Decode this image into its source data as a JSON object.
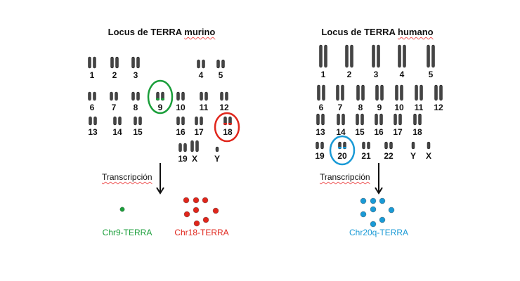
{
  "mouse": {
    "title_main": "Locus de TERRA",
    "title_species": "murino",
    "chromosomes": [
      "1",
      "2",
      "3",
      "4",
      "5",
      "6",
      "7",
      "8",
      "9",
      "10",
      "11",
      "12",
      "13",
      "14",
      "15",
      "16",
      "17",
      "18",
      "19",
      "X",
      "Y"
    ],
    "highlighted": [
      {
        "label": "9",
        "color": "#1a9e3a"
      },
      {
        "label": "18",
        "color": "#e0261c"
      }
    ],
    "transcription_label": "Transcripción",
    "products": [
      {
        "label": "Chr9-TERRA",
        "color": "#1a9e3a",
        "count": 1
      },
      {
        "label": "Chr18-TERRA",
        "color": "#e0261c",
        "count": 8
      }
    ]
  },
  "human": {
    "title_main": "Locus de TERRA",
    "title_species": "humano",
    "chromosomes": [
      "1",
      "2",
      "3",
      "4",
      "5",
      "6",
      "7",
      "8",
      "9",
      "10",
      "11",
      "12",
      "13",
      "14",
      "15",
      "16",
      "17",
      "18",
      "19",
      "20",
      "21",
      "22",
      "Y",
      "X"
    ],
    "highlighted": [
      {
        "label": "20",
        "color": "#1a9ad6"
      }
    ],
    "transcription_label": "Transcripción",
    "products": [
      {
        "label": "Chr20q-TERRA",
        "color": "#1a9ad6",
        "count": 8
      }
    ]
  }
}
